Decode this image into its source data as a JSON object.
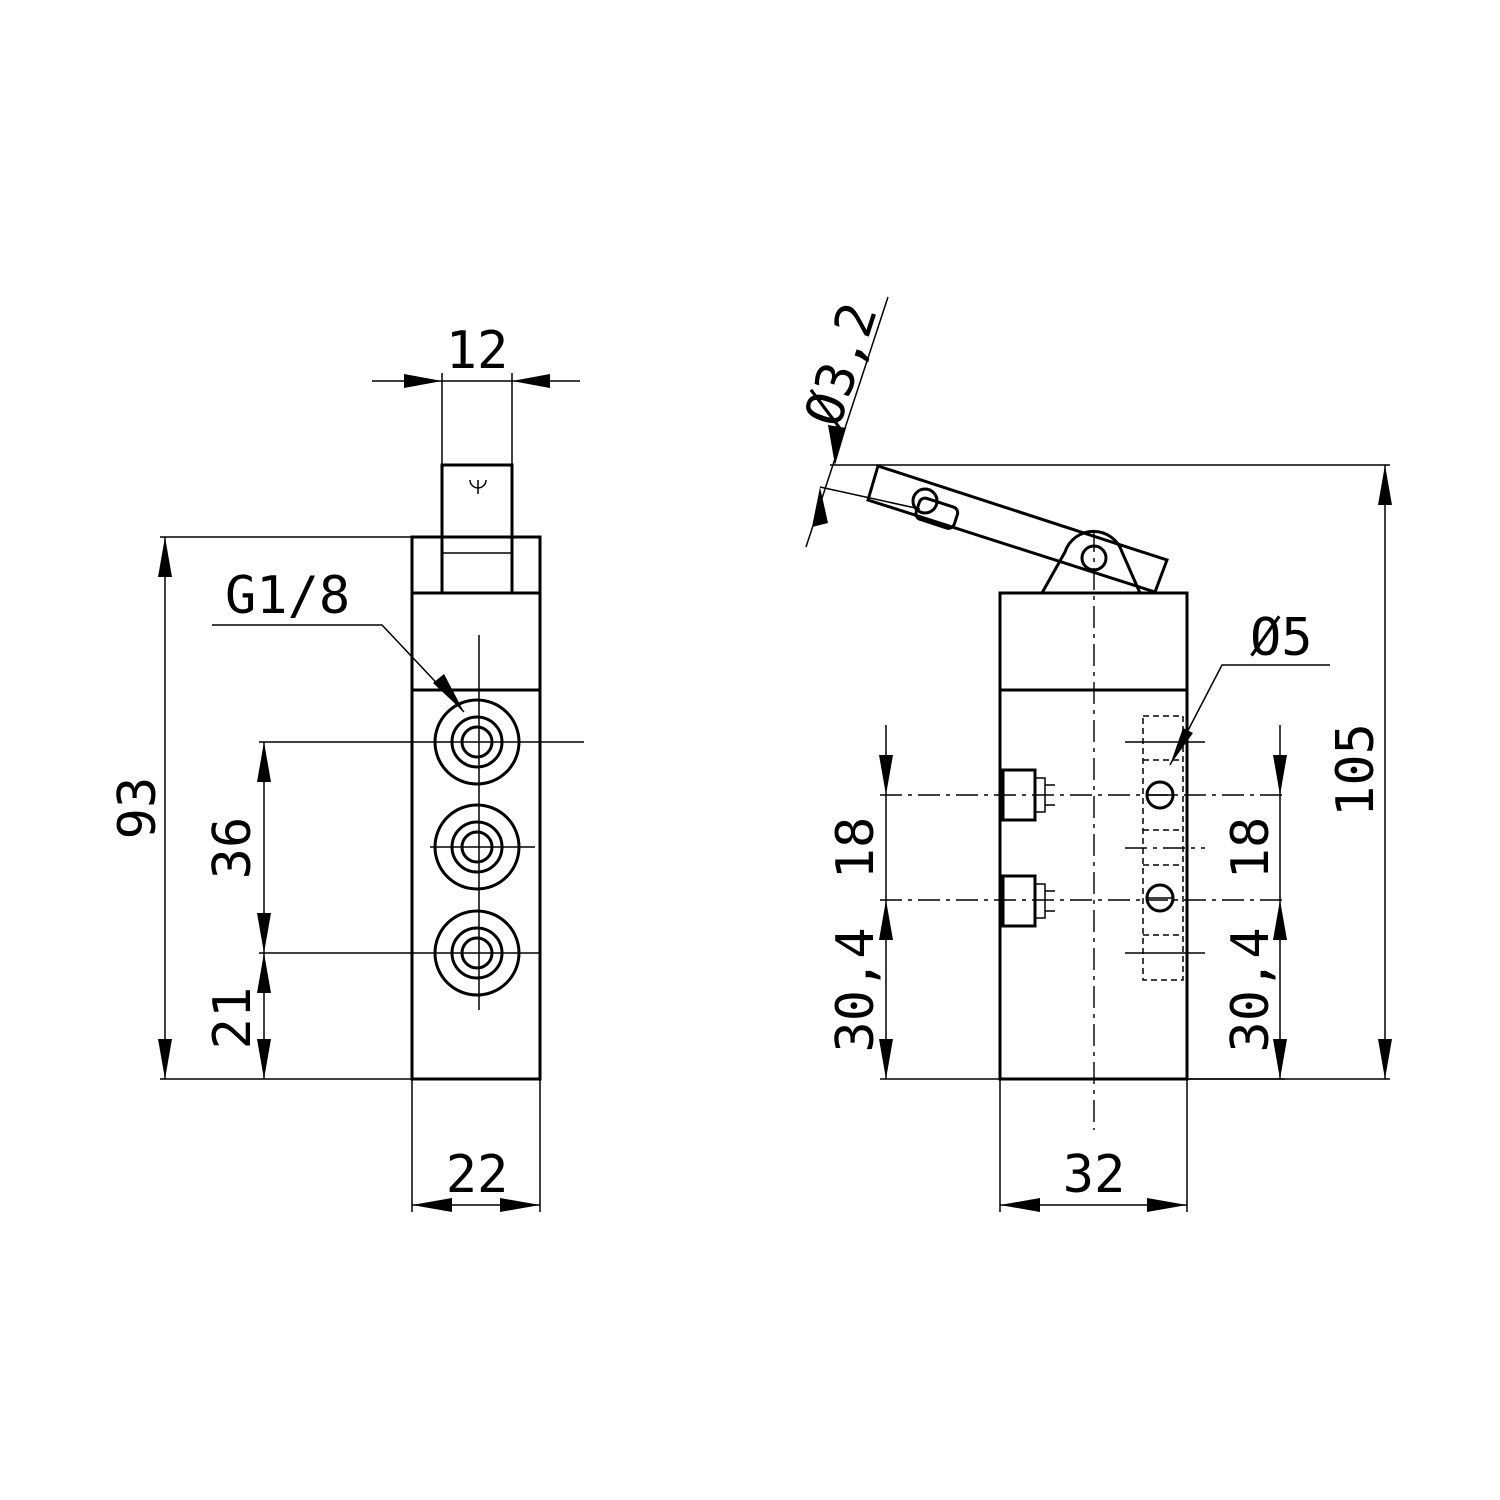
{
  "labels": {
    "top_width": "12",
    "port_thread": "G1/8",
    "height_total_left": "93",
    "port_spacing_left": "36",
    "port_bottom_left": "21",
    "width_left": "22",
    "pin_diameter": "Ø3,2",
    "hole_diameter": "Ø5",
    "height_total_right": "105",
    "spacing_left_side": "18",
    "offset_left_side": "30,4",
    "spacing_right_side": "18",
    "offset_right_side": "30,4",
    "width_right": "32"
  }
}
